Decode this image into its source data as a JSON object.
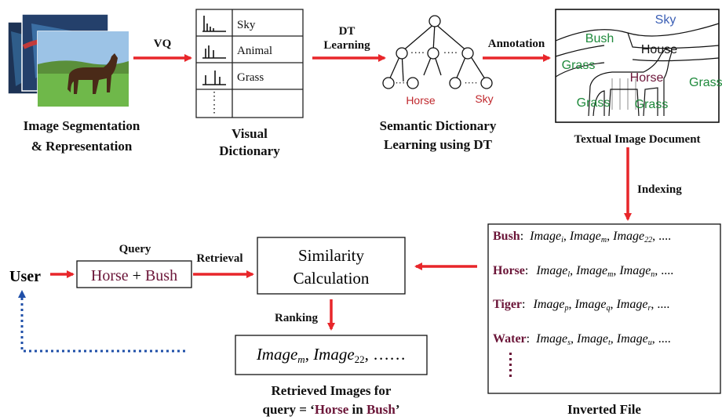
{
  "colors": {
    "arrow": "#e8262a",
    "term": "#6b1538",
    "sky_text": "#3b5fb5",
    "grass_text": "#1f8a3c",
    "feedback": "#1f4fa8"
  },
  "stage1": {
    "caption_line1": "Image Segmentation",
    "caption_line2": "& Representation"
  },
  "arrow_vq": "VQ",
  "visual_dictionary": {
    "entries": [
      "Sky",
      "Animal",
      "Grass"
    ],
    "caption_line1": "Visual",
    "caption_line2": "Dictionary"
  },
  "arrow_dt": {
    "line1": "DT",
    "line2": "Learning"
  },
  "tree": {
    "leaf_horse": "Horse",
    "leaf_sky": "Sky",
    "caption_line1": "Semantic Dictionary",
    "caption_line2": "Learning using DT"
  },
  "arrow_annotation": "Annotation",
  "textual_doc": {
    "labels": [
      "Sky",
      "Bush",
      "House",
      "Grass",
      "Horse",
      "Grass",
      "Grass",
      "Grass"
    ],
    "caption": "Textual Image Document"
  },
  "arrow_indexing": "Indexing",
  "inverted_file": {
    "rows": [
      {
        "term": "Bush",
        "sep": ":",
        "images": [
          [
            "Image",
            "i"
          ],
          [
            "Image",
            "m"
          ],
          [
            "Image",
            "22"
          ]
        ],
        "tail": "...."
      },
      {
        "term": "Horse",
        "sep": ":",
        "images": [
          [
            "Image",
            "l"
          ],
          [
            "Image",
            "m"
          ],
          [
            "Image",
            "n"
          ]
        ],
        "tail": "...."
      },
      {
        "term": "Tiger",
        "sep": ":",
        "images": [
          [
            "Image",
            "p"
          ],
          [
            "Image",
            "q"
          ],
          [
            "Image",
            "r"
          ]
        ],
        "tail": "...."
      },
      {
        "term": "Water",
        "sep": ":",
        "images": [
          [
            "Image",
            "s"
          ],
          [
            "Image",
            "t"
          ],
          [
            "Image",
            "u"
          ]
        ],
        "tail": "...."
      }
    ],
    "caption": "Inverted File"
  },
  "similarity": {
    "line1": "Similarity",
    "line2": "Calculation"
  },
  "arrow_retrieval": "Retrieval",
  "arrow_ranking": "Ranking",
  "query": {
    "label": "Query",
    "term1": "Horse",
    "plus": " + ",
    "term2": "Bush"
  },
  "user": "User",
  "results": {
    "img1": "Image",
    "sub1": "m",
    "sep": ", ",
    "img2": "Image",
    "sub2": "22",
    "tail": ", ……",
    "caption_line1": "Retrieved Images for",
    "caption_line2_prefix": "query = ‘",
    "caption_term1": "Horse",
    "caption_mid": " in ",
    "caption_term2": "Bush",
    "caption_suffix": "’"
  }
}
